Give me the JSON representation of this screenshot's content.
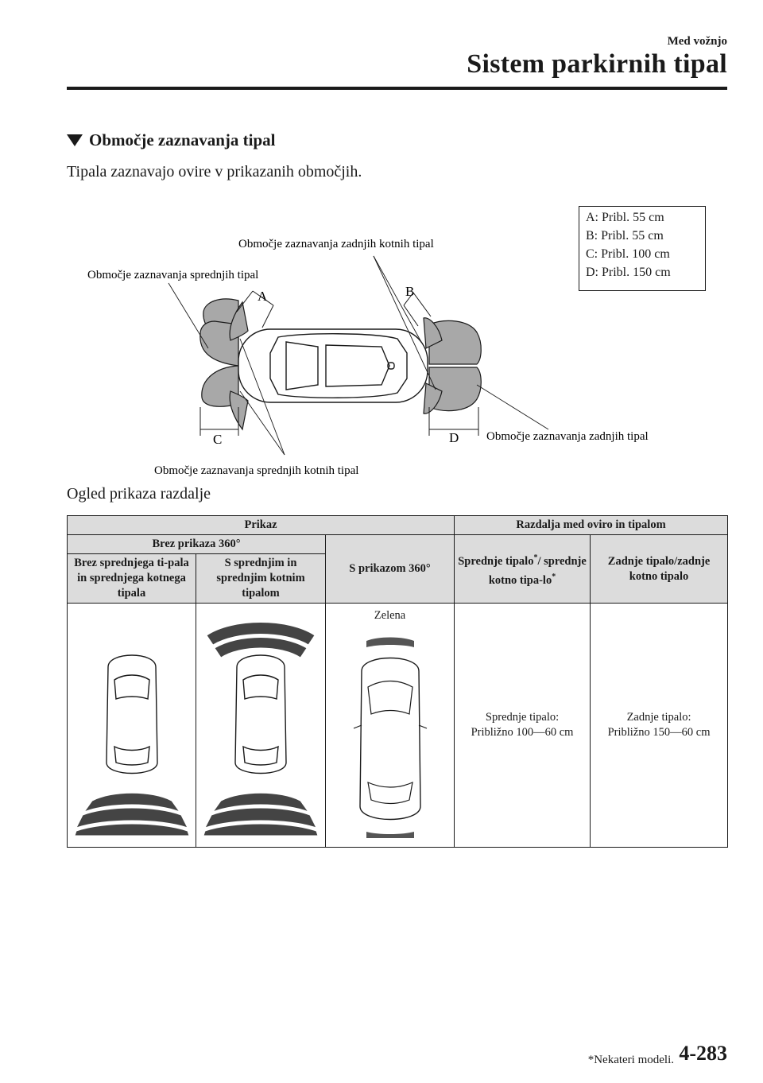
{
  "header": {
    "subtitle": "Med vožnjo",
    "title": "Sistem parkirnih tipal"
  },
  "section": {
    "heading": "Območje zaznavanja tipal",
    "intro": "Tipala zaznavajo ovire v prikazanih območjih."
  },
  "legend": [
    "A: Pribl. 55 cm",
    "B: Pribl. 55 cm",
    "C: Pribl. 100 cm",
    "D: Pribl. 150 cm"
  ],
  "diagram": {
    "labels": {
      "front_sensors": "Območje zaznavanja sprednjih tipal",
      "rear_corner_sensors": "Območje zaznavanja zadnjih kotnih tipal",
      "rear_sensors": "Območje zaznavanja zadnjih tipal",
      "front_corner_sensors": "Območje zaznavanja sprednjih kotnih tipal"
    },
    "letters": {
      "a": "A",
      "b": "B",
      "c": "C",
      "d": "D"
    },
    "colors": {
      "zone_fill": "#a8a8a8",
      "line": "#1a1a1a"
    }
  },
  "display_section": {
    "heading": "Ogled prikaza razdalje"
  },
  "table": {
    "header": {
      "prikaz": "Prikaz",
      "razdalja": "Razdalja med oviro in tipalom",
      "brez_360": "Brez prikaza 360°",
      "s_360": "S prikazom 360°",
      "front_col_1": "Sprednje tipalo",
      "front_col_2": "/ sprednje kotno tipa-lo",
      "front_col_star": "*",
      "rear_col": "Zadnje tipalo/zadnje kotno tipalo",
      "without_front": "Brez sprednjega ti-pala in sprednjega kotnega tipala",
      "with_front": "S sprednjim in sprednjim kotnim tipalom"
    },
    "row": {
      "zelena": "Zelena",
      "front_dist_1": "Sprednje tipalo:",
      "front_dist_2": "Približno 100—60 cm",
      "rear_dist_1": "Zadnje tipalo:",
      "rear_dist_2": "Približno 150—60 cm"
    }
  },
  "footer": {
    "note": "*Nekateri modeli.",
    "page": "4-283"
  }
}
